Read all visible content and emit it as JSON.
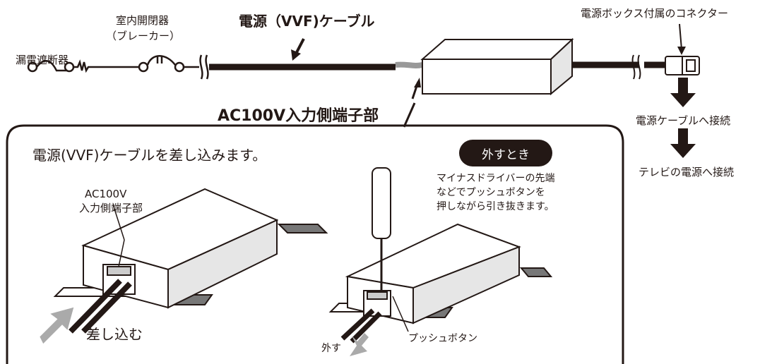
{
  "top": {
    "leakage_breaker": "漏電遮断器",
    "indoor_switch": "室内開閉器",
    "breaker": "（ブレーカー）",
    "cable_title": "電源（VVF)ケーブル",
    "connector": "電源ボックス付属のコネクター",
    "ac_input": "AC100V入力側端子部",
    "to_power_cable": "電源ケーブルへ接続",
    "to_tv_power": "テレビの電源へ接続"
  },
  "panel": {
    "instruction": "電源(VVF)ケーブルを差し込みます。",
    "ac_label_1": "AC100V",
    "ac_label_2": "入力側端子部",
    "insert": "差し込む",
    "remove_title": "外すとき",
    "remove_note_1": "マイナスドライバーの先端",
    "remove_note_2": "などでプッシュボタンを",
    "remove_note_3": "押しながら引き抜きます。",
    "remove": "外す",
    "push_button": "プッシュボタン"
  }
}
